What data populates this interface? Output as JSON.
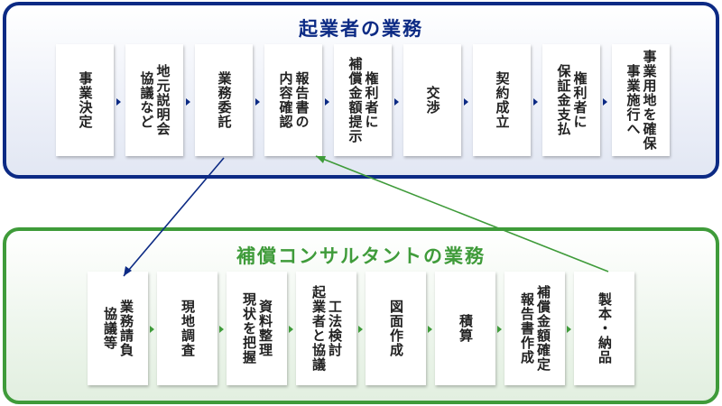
{
  "top": {
    "title": "起業者の業務",
    "steps": [
      {
        "lines": [
          "事業決定"
        ]
      },
      {
        "lines": [
          "地元説明会",
          "協議など"
        ]
      },
      {
        "lines": [
          "業務委託"
        ]
      },
      {
        "lines": [
          "報告書の",
          "内容確認"
        ]
      },
      {
        "lines": [
          "権利者に",
          "補償金額提示"
        ]
      },
      {
        "lines": [
          "交渉"
        ]
      },
      {
        "lines": [
          "契約成立"
        ]
      },
      {
        "lines": [
          "権利者に",
          "保証金支払"
        ]
      },
      {
        "lines": [
          "事業用地を確保",
          "事業施行へ"
        ]
      }
    ]
  },
  "bottom": {
    "title": "補償コンサルタントの業務",
    "steps": [
      {
        "lines": [
          "業務請負",
          "協議等"
        ]
      },
      {
        "lines": [
          "現地調査"
        ]
      },
      {
        "lines": [
          "資料整理",
          "現状を把握"
        ]
      },
      {
        "lines": [
          "工法検討",
          "起業者と協議"
        ]
      },
      {
        "lines": [
          "図面作成"
        ]
      },
      {
        "lines": [
          "積算"
        ]
      },
      {
        "lines": [
          "補償金額確定",
          "報告書作成"
        ]
      },
      {
        "lines": [
          "製本・納品"
        ]
      }
    ]
  },
  "colors": {
    "client_blue": "#0c2a84",
    "consultant_green": "#3f9b3a",
    "text": "#222222"
  }
}
